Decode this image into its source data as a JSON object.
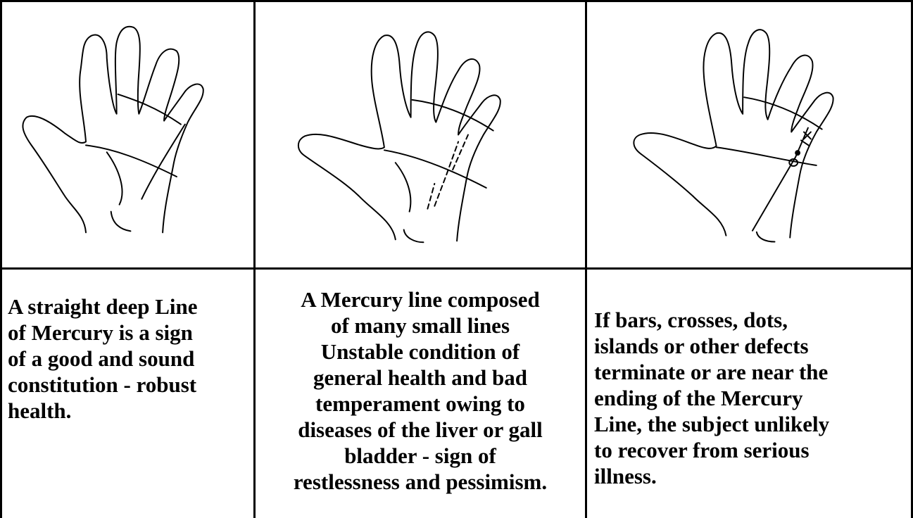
{
  "panels": [
    {
      "icon": "palm-diagram-icon",
      "caption": "A straight deep Line\nof Mercury is a sign\nof a good and sound\nconstitution - robust\nhealth."
    },
    {
      "icon": "palm-diagram-icon",
      "caption": "A Mercury line composed\nof many small lines\nUnstable condition of\ngeneral health and bad\ntemperament owing to\ndiseases of the liver or gall\nbladder - sign of\nrestlessness and pessimism."
    },
    {
      "icon": "palm-diagram-icon",
      "caption": "If bars, crosses, dots,\nislands or other defects\nterminate or are near the\nending of the  Mercury\nLine, the subject unlikely\nto recover from serious\nillness."
    }
  ]
}
